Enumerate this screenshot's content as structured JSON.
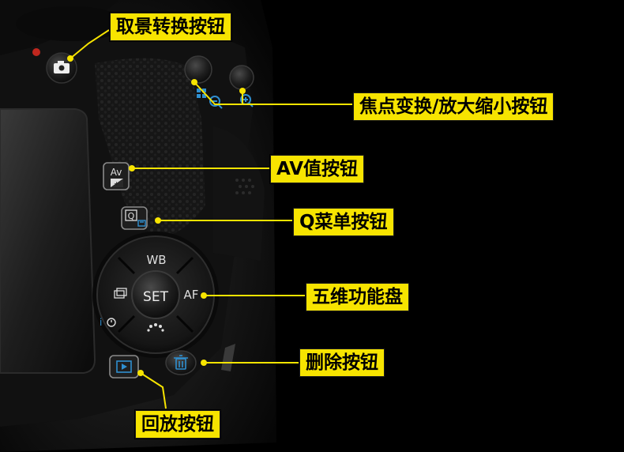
{
  "callouts": {
    "viewfinder": "取景转换按钮",
    "af_point_zoom": "焦点变换/放大缩小按钮",
    "av": "AV值按钮",
    "q_menu": "Q菜单按钮",
    "dial": "五维功能盘",
    "delete": "删除按钮",
    "playback": "回放按钮"
  },
  "camera_labels": {
    "av_top": "Av",
    "q": "Q",
    "wb": "WB",
    "set": "SET",
    "af": "AF"
  },
  "icons": [
    "live-view-camera-icon",
    "af-point-select-icon",
    "zoom-out-icon",
    "zoom-in-icon",
    "exposure-compensation-icon",
    "print-icon",
    "drive-mode-icon",
    "self-timer-icon",
    "picture-style-icon",
    "playback-icon",
    "trash-icon"
  ],
  "colors": {
    "callout_background": "#f7e400",
    "leader_line": "#f7e400",
    "accent_blue": "#2f8fd0",
    "camera_body": "#151515"
  }
}
